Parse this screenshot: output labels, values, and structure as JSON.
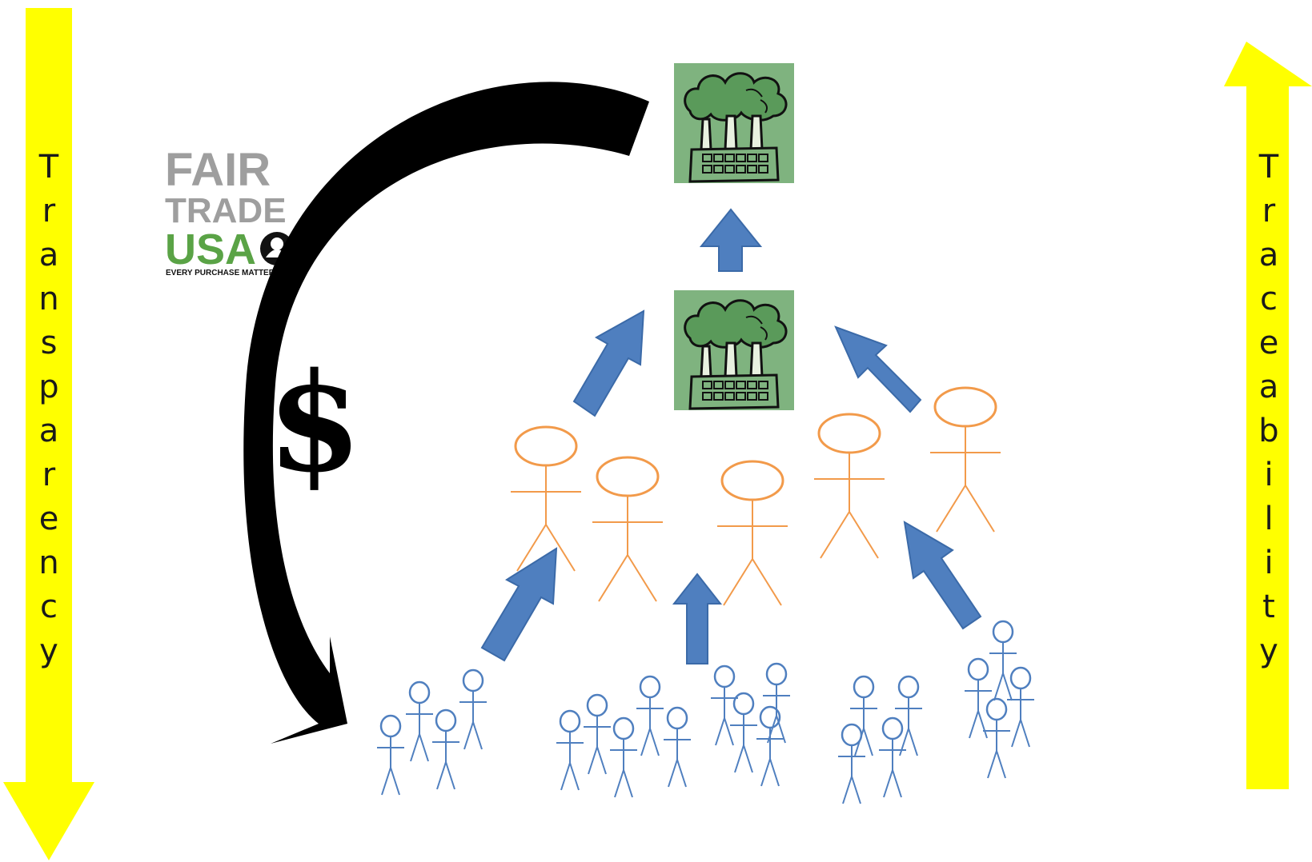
{
  "transparency_label": "Transparency",
  "traceability_label": "Traceability",
  "logo": {
    "line1": "FAIR",
    "line2": "TRADE",
    "line3": "USA",
    "tagline": "EVERY PURCHASE MATTERS"
  },
  "money_symbol": "$",
  "colors": {
    "side_arrows": "#ffff00",
    "flow_arrows": "#4f7fbf",
    "money_arrow": "#000000",
    "middlemen": "#f29a4a",
    "workers": "#4f7fbf",
    "factory_bg": "#7fb37f",
    "logo_gray": "#9e9e9e",
    "logo_green": "#5aa346"
  },
  "icons": {
    "factory": "factory-icon",
    "middleman": "person-outline-icon",
    "worker": "person-outline-icon"
  }
}
